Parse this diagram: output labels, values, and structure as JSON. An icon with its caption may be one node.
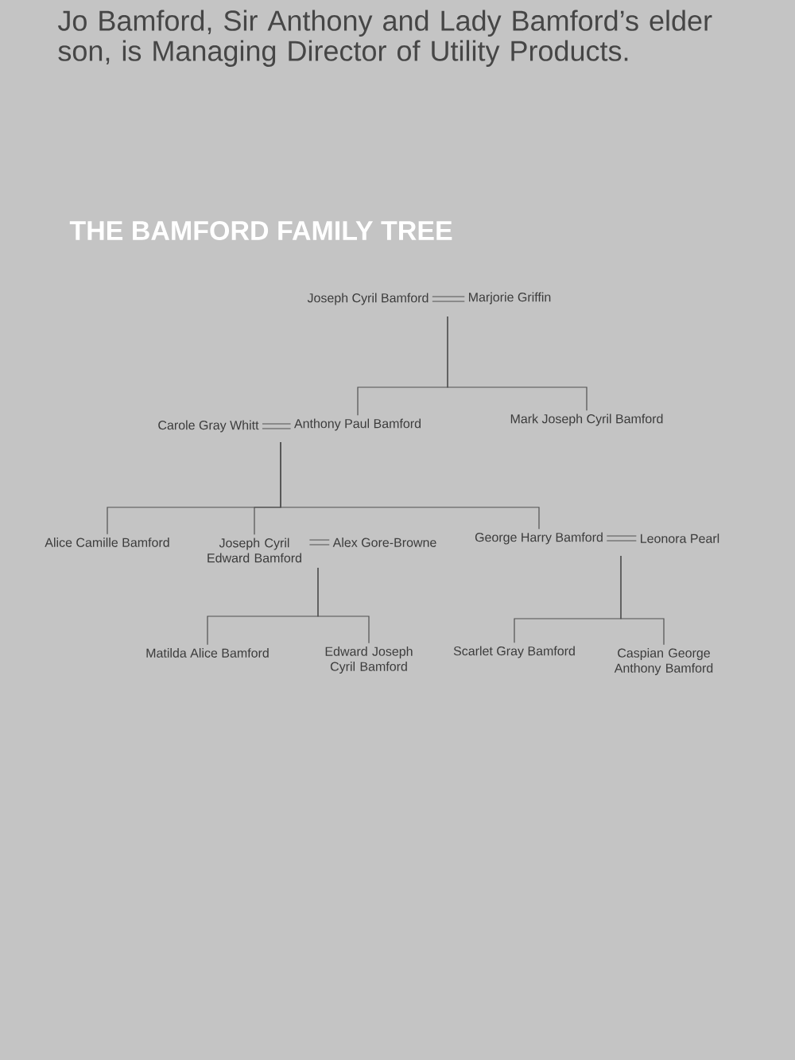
{
  "diagram": {
    "title": "THE BAMFORD FAMILY TREE",
    "nodes": [
      {
        "text": [
          "Joseph Cyril Bamford"
        ]
      },
      {
        "text": [
          "Marjorie Griffin"
        ]
      },
      {
        "text": [
          "Carole Gray Whitt"
        ]
      },
      {
        "text": [
          "Anthony Paul Bamford"
        ]
      },
      {
        "text": [
          "Mark Joseph Cyril Bamford"
        ]
      },
      {
        "text": [
          "Alice Camille Bamford"
        ]
      },
      {
        "text": [
          "Joseph Cyril Edward Bamford"
        ]
      },
      {
        "text": [
          "Alex Gore-Browne"
        ]
      },
      {
        "text": [
          "George Harry Bamford"
        ]
      },
      {
        "text": [
          "Leonora Pearl"
        ]
      },
      {
        "text": [
          "Matilda Alice Bamford"
        ]
      },
      {
        "text": [
          "Edward Joseph Cyril Bamford"
        ]
      },
      {
        "text": [
          "Scarlet Gray Bamford"
        ]
      },
      {
        "text": [
          "Caspian George Anthony Bamford"
        ]
      }
    ],
    "edges": [
      {
        "from": 0,
        "to": 1,
        "arrow": "none"
      },
      {
        "from": 0,
        "to": 3,
        "arrow": "none"
      },
      {
        "from": 0,
        "to": 4,
        "arrow": "none"
      },
      {
        "from": 2,
        "to": 3,
        "arrow": "none"
      },
      {
        "from": 3,
        "to": 5,
        "arrow": "none"
      },
      {
        "from": 3,
        "to": 6,
        "arrow": "none"
      },
      {
        "from": 3,
        "to": 8,
        "arrow": "none"
      },
      {
        "from": 6,
        "to": 7,
        "arrow": "none"
      },
      {
        "from": 8,
        "to": 9,
        "arrow": "none"
      },
      {
        "from": 6,
        "to": 10,
        "arrow": "none"
      },
      {
        "from": 6,
        "to": 11,
        "arrow": "none"
      },
      {
        "from": 8,
        "to": 12,
        "arrow": "none"
      },
      {
        "from": 8,
        "to": 13,
        "arrow": "none"
      }
    ],
    "labels": [
      "Jo Bamford, Sir Anthony and Lady Bamford’s elder son, is Managing Director of Utility Products."
    ]
  }
}
